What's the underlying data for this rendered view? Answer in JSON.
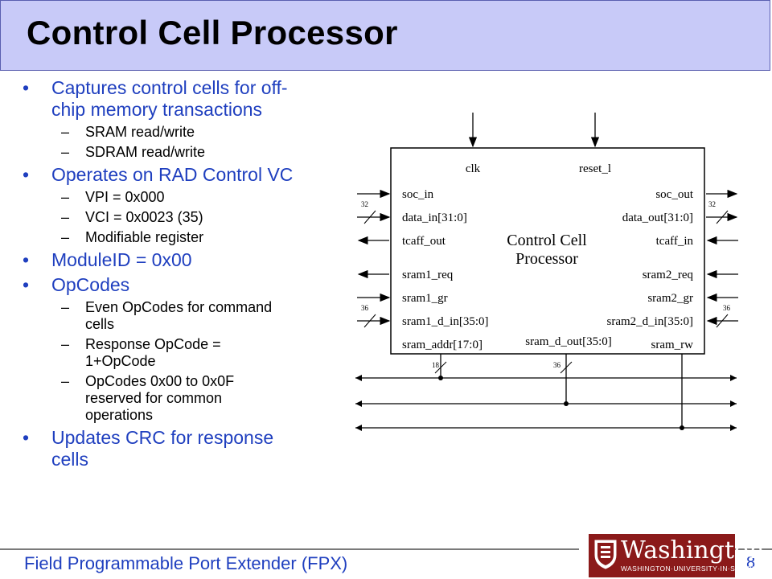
{
  "title": "Control Cell Processor",
  "bullets": [
    {
      "text": "Captures control cells for off-chip memory transactions",
      "lines": [
        "Captures control cells for off-",
        "chip memory transactions"
      ],
      "sub": [
        {
          "lines": [
            "SRAM read/write"
          ]
        },
        {
          "lines": [
            "SDRAM read/write"
          ]
        }
      ]
    },
    {
      "lines": [
        "Operates on RAD Control VC"
      ],
      "sub": [
        {
          "lines": [
            "VPI = 0x000"
          ]
        },
        {
          "lines": [
            "VCI = 0x0023 (35)"
          ]
        },
        {
          "lines": [
            "Modifiable register"
          ]
        }
      ]
    },
    {
      "lines": [
        "ModuleID = 0x00"
      ],
      "sub": []
    },
    {
      "lines": [
        "OpCodes"
      ],
      "sub": [
        {
          "lines": [
            "Even OpCodes for command",
            "cells"
          ]
        },
        {
          "lines": [
            "Response OpCode =",
            "1+OpCode"
          ]
        },
        {
          "lines": [
            "OpCodes 0x00 to 0x0F",
            "reserved for common",
            "operations"
          ]
        }
      ]
    },
    {
      "lines": [
        "Updates CRC for response",
        "cells"
      ],
      "sub": []
    }
  ],
  "diagram": {
    "block_label": [
      "Control Cell",
      "Processor"
    ],
    "top_ports": [
      "clk",
      "reset_l"
    ],
    "left_ports": [
      "soc_in",
      "data_in[31:0]",
      "tcaff_out",
      "sram1_req",
      "sram1_gr",
      "sram1_d_in[35:0]",
      "sram_addr[17:0]"
    ],
    "right_ports": [
      "soc_out",
      "data_out[31:0]",
      "tcaff_in",
      "sram2_req",
      "sram2_gr",
      "sram2_d_in[35:0]",
      "sram_rw"
    ],
    "bottom_center_port": "sram_d_out[35:0]",
    "bus_widths": {
      "data_in": "32",
      "data_out": "32",
      "sram1_d_in": "36",
      "sram2_d_in": "36",
      "sram_addr": "18",
      "sram_d_out": "36"
    }
  },
  "footer": {
    "text": "Field Programmable Port Extender (FPX)",
    "page": "8"
  },
  "logo": {
    "name": "Washington",
    "sub": "WASHINGTON·UNIVERSITY·IN·ST·LOUIS"
  }
}
